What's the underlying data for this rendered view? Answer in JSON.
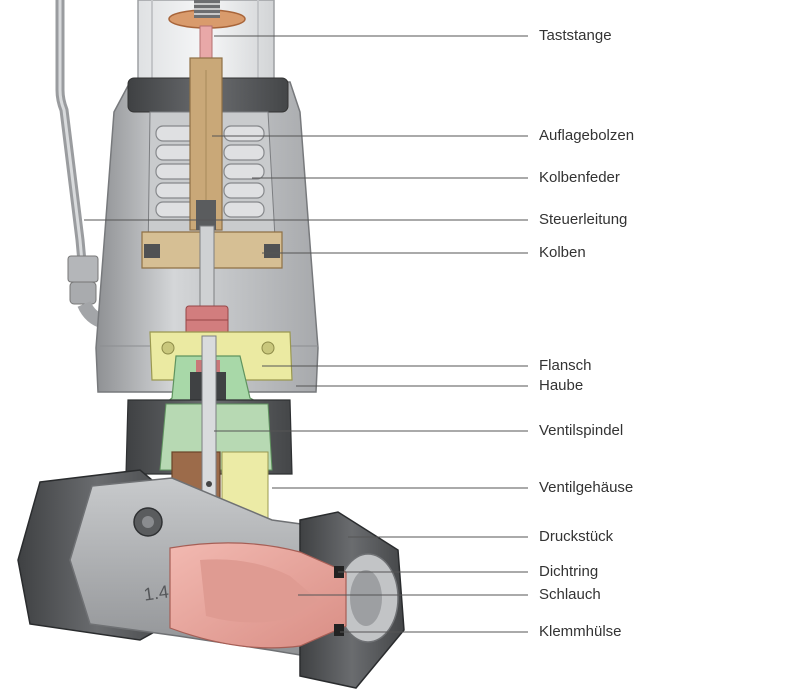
{
  "labels": [
    "Taststange",
    "Auflagebolzen",
    "Kolbenfeder",
    "Steuerleitung",
    "Kolben",
    "Flansch",
    "Haube",
    "Ventilspindel",
    "Ventilgehäuse",
    "Druckstück",
    "Dichtring",
    "Schlauch",
    "Klemmhülse"
  ],
  "body_marking": "1.4",
  "colors": {
    "housing": "#b9bbbe",
    "dark_part": "#555759",
    "brass": "#c9a878",
    "yellow_flange": "#ebeaa2",
    "green_bonnet": "#a8d8a8",
    "pink_hose": "#e9a9a0",
    "red_bolts": "#d27d7e",
    "leader_line": "#555555"
  }
}
